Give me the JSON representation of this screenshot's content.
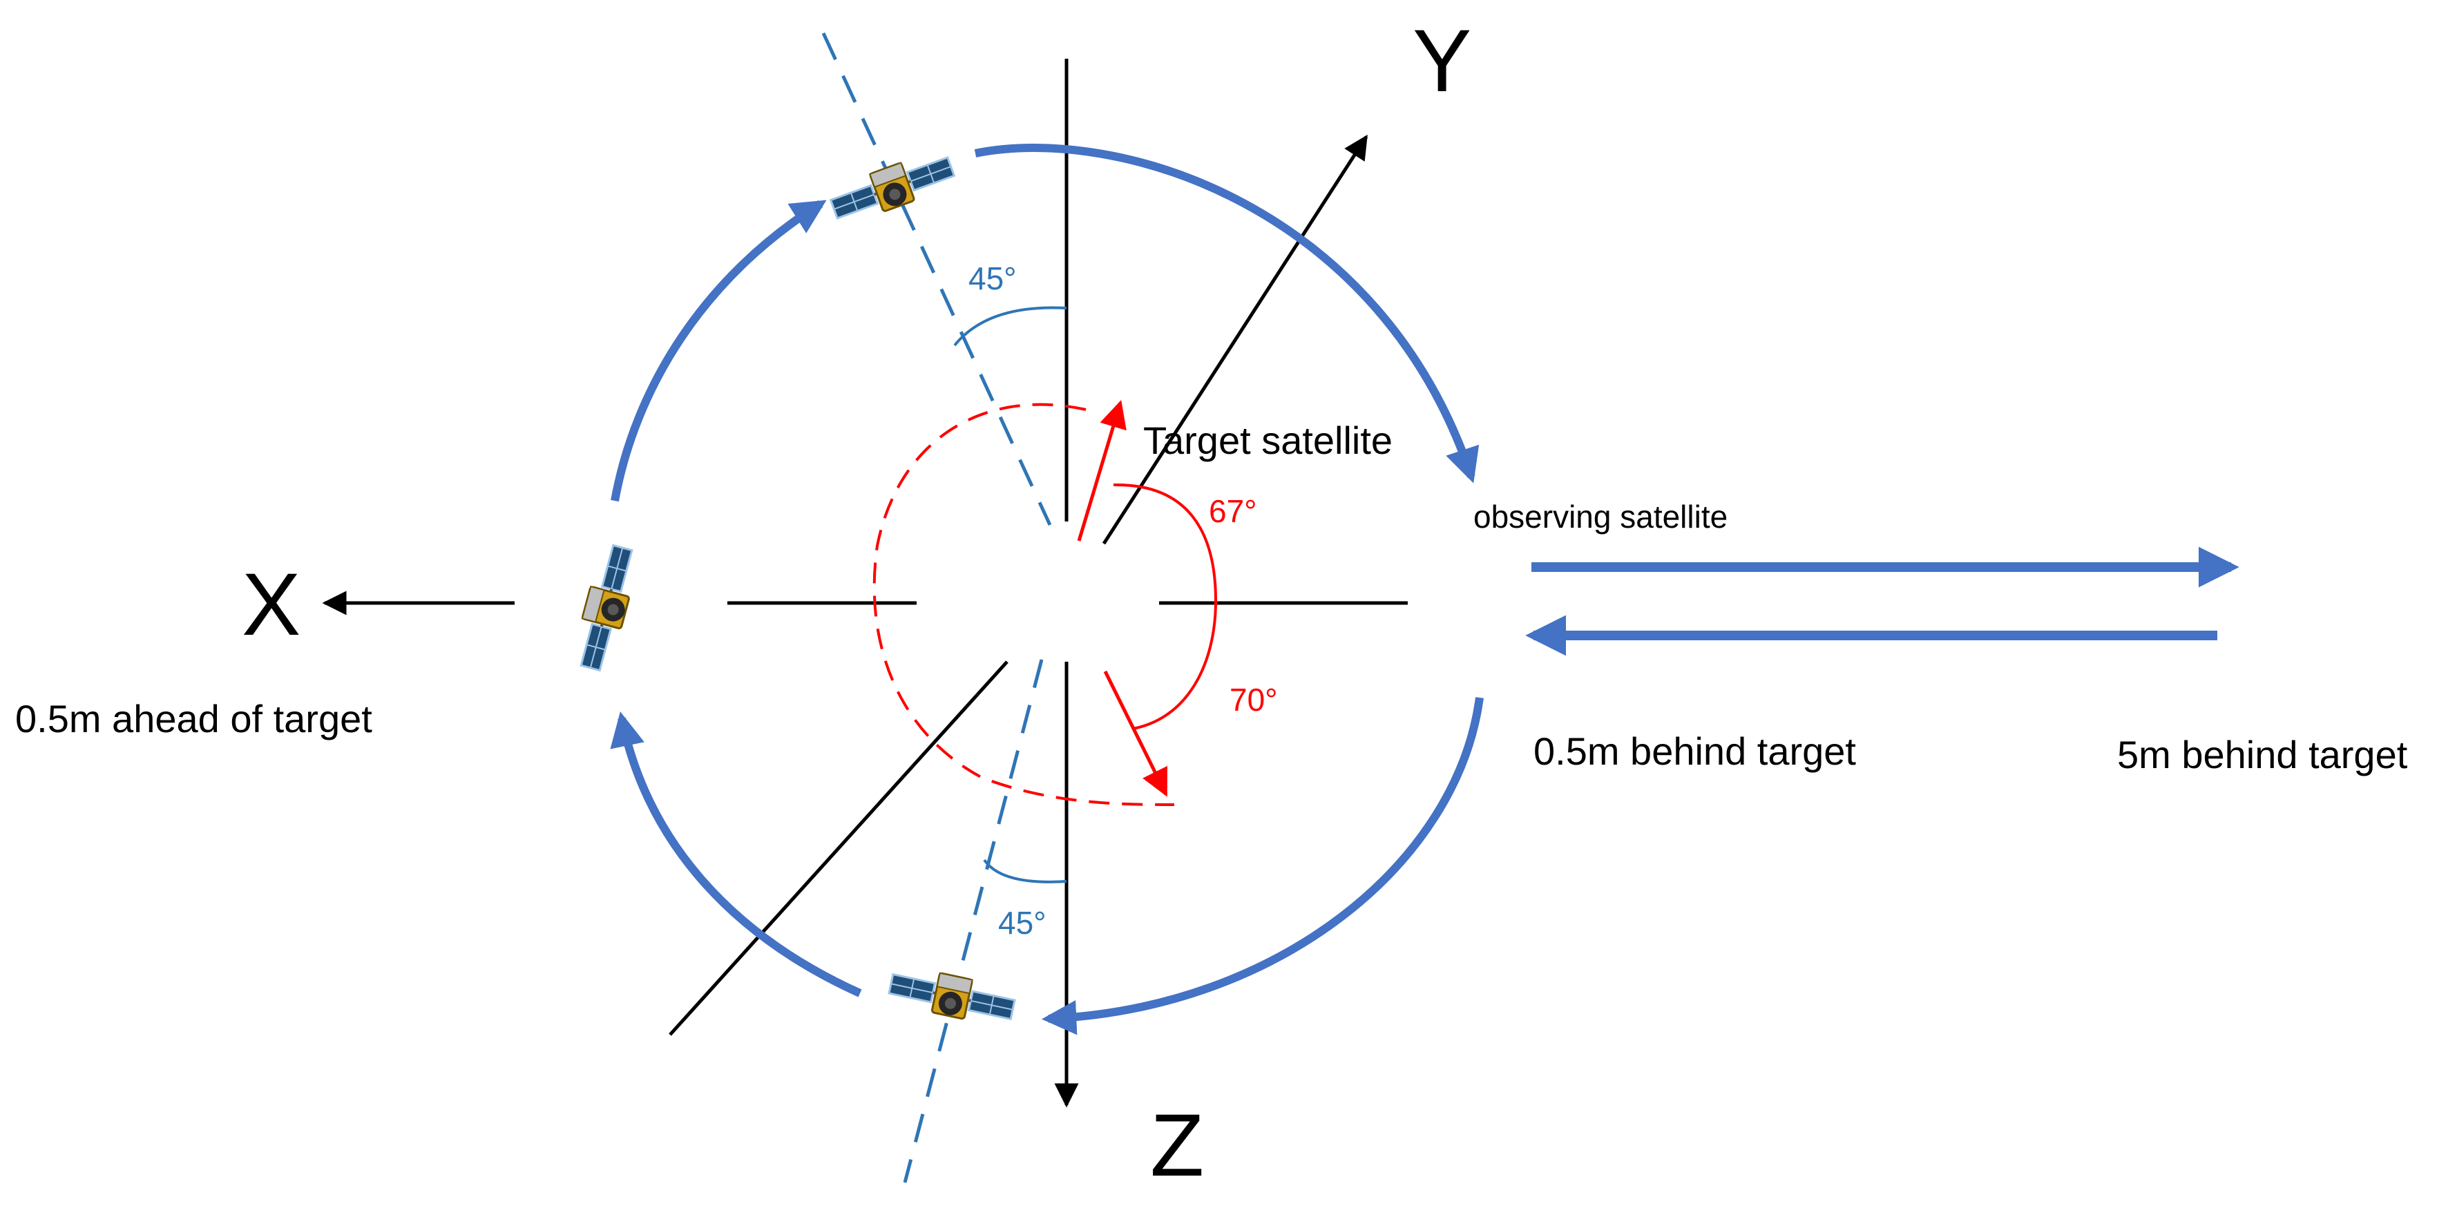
{
  "axes": {
    "x": "X",
    "y": "Y",
    "z": "Z"
  },
  "labels": {
    "target": "Target satellite",
    "observer": "observing satellite",
    "ahead": "0.5m ahead of target",
    "behind_near": "0.5m behind target",
    "behind_far": "5m behind target"
  },
  "angles": {
    "top_tilt": "45°",
    "bottom_tilt": "45°",
    "red_upper": "67°",
    "red_lower": "70°"
  },
  "colors": {
    "orbit_blue": "#4472c4",
    "dashed_blue": "#2e75b6",
    "red": "#ff0000",
    "axis": "#000000",
    "satellite_body": "#d4a017",
    "solar_panel": "#1f4e79"
  },
  "icons": [
    "satellite-icon"
  ]
}
